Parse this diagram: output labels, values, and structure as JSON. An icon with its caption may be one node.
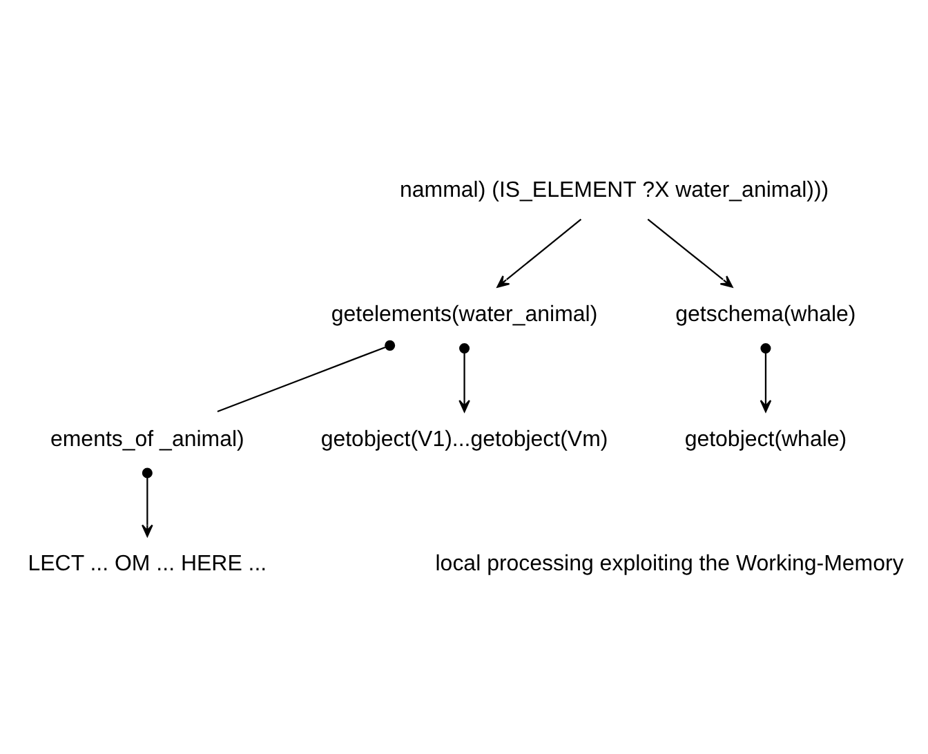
{
  "diagram": {
    "nodes": [
      {
        "text": [
          "nammal) (IS_ELEMENT ?X water_animal)))"
        ]
      },
      {
        "text": [
          "getelements(water_animal)"
        ]
      },
      {
        "text": [
          "getschema(whale)"
        ]
      },
      {
        "text": [
          "ements_of _animal)"
        ]
      },
      {
        "text": [
          "getobject(V1)...getobject(Vm)"
        ]
      },
      {
        "text": [
          "getobject(whale)"
        ]
      },
      {
        "text": [
          "LECT ... OM ... HERE ..."
        ]
      }
    ],
    "edges": [
      {
        "from": 0,
        "to": 1,
        "arrow": "to"
      },
      {
        "from": 0,
        "to": 2,
        "arrow": "to"
      },
      {
        "from": 1,
        "to": 3,
        "arrow": "other"
      },
      {
        "from": 1,
        "to": 4,
        "arrow": "to"
      },
      {
        "from": 2,
        "to": 5,
        "arrow": "to"
      },
      {
        "from": 3,
        "to": 6,
        "arrow": "to"
      }
    ],
    "labels": [
      "local processing exploiting the Working-Memory"
    ]
  }
}
